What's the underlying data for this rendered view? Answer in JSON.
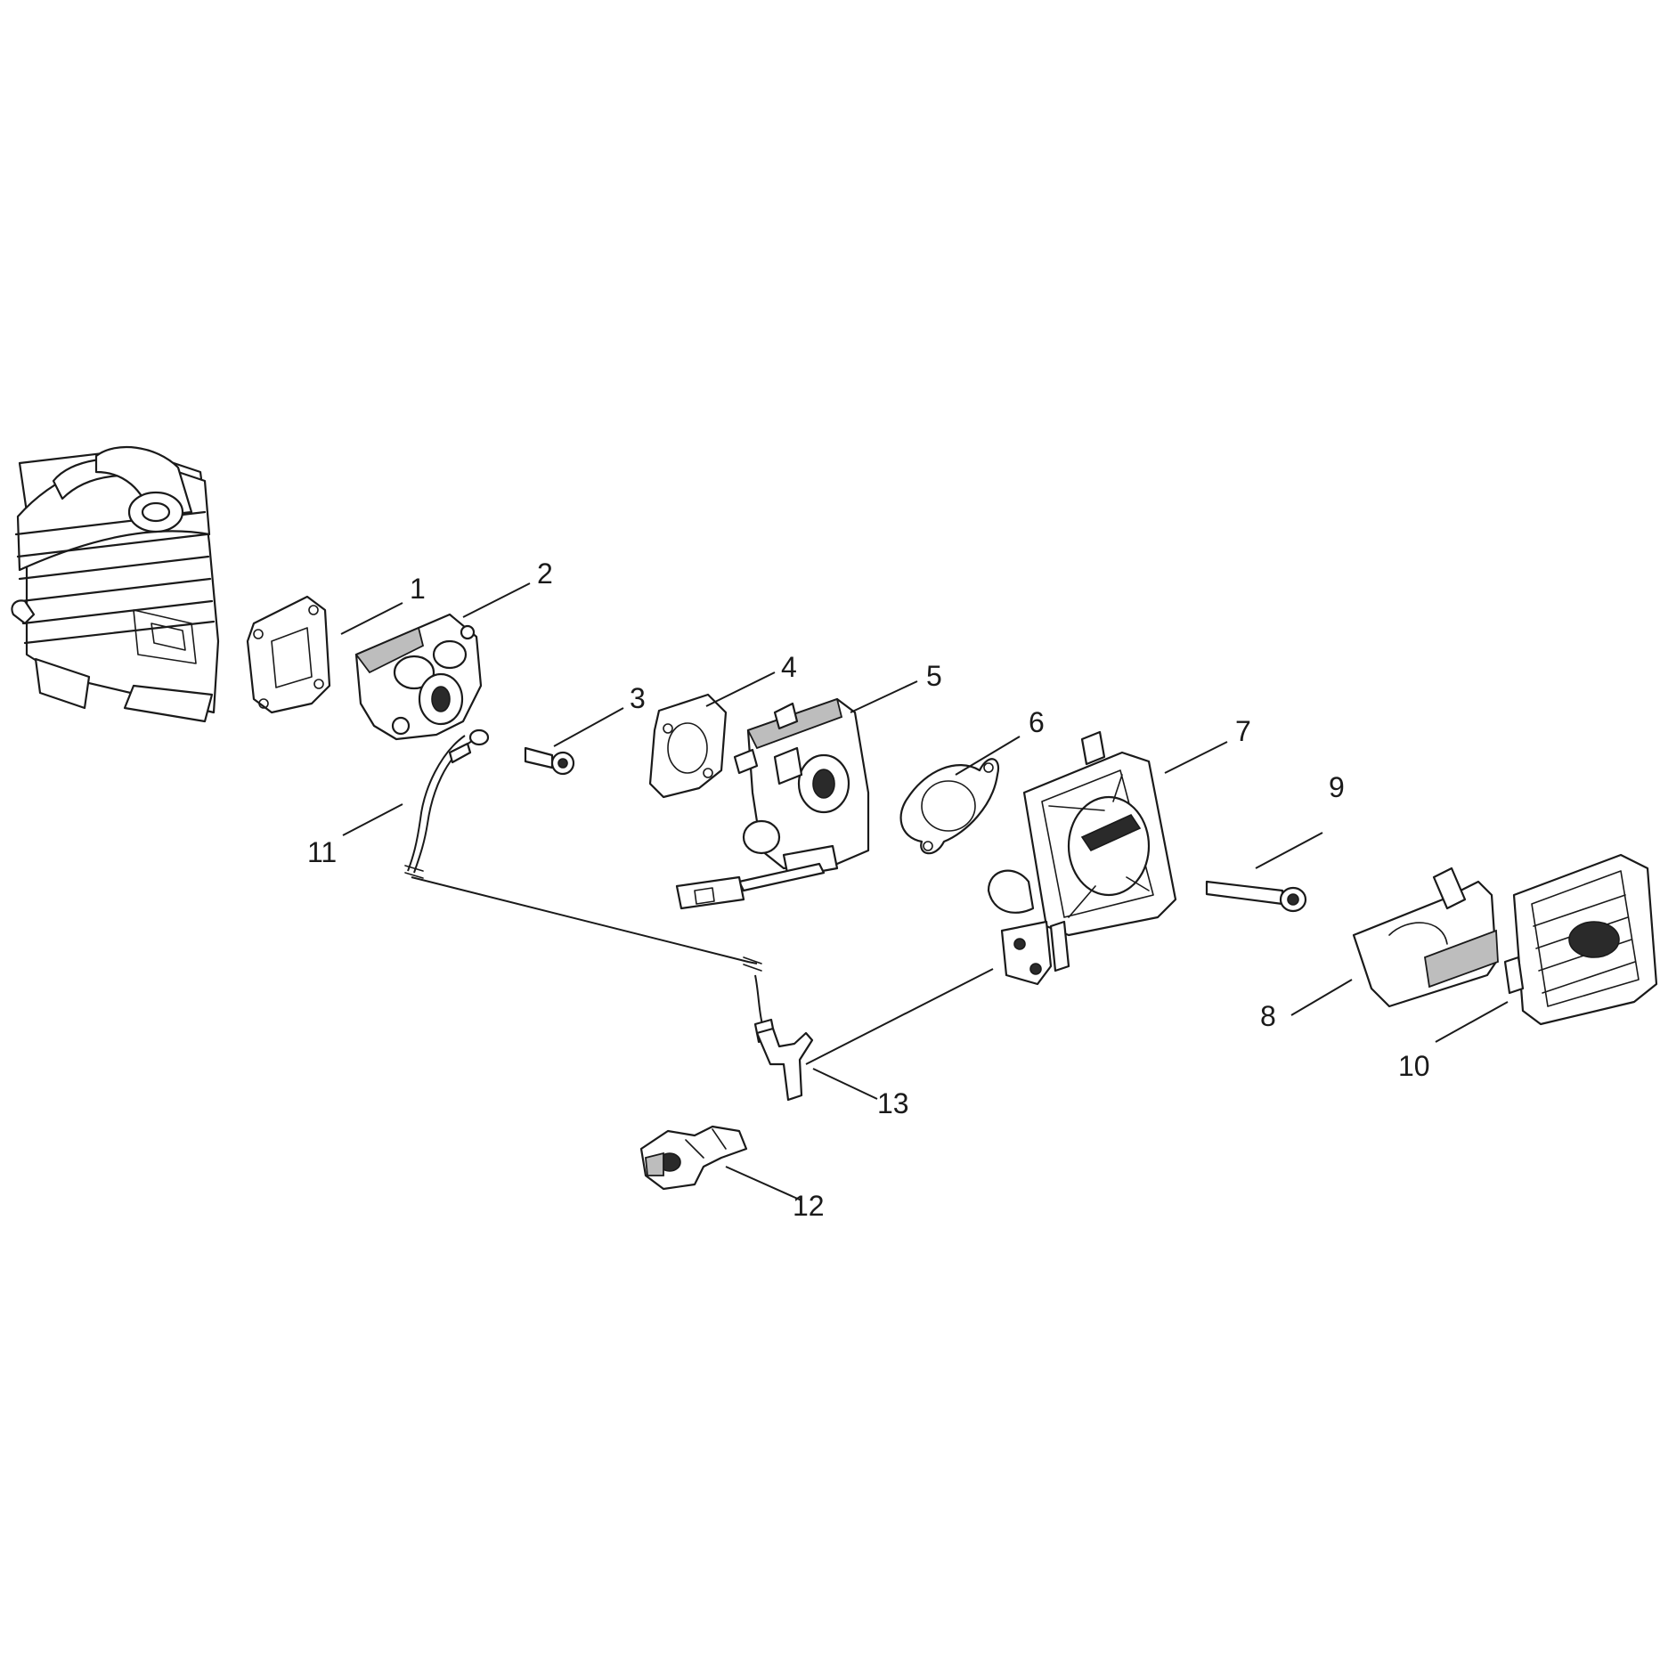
{
  "callouts": [
    {
      "id": "1",
      "label": "1"
    },
    {
      "id": "2",
      "label": "2"
    },
    {
      "id": "3",
      "label": "3"
    },
    {
      "id": "4",
      "label": "4"
    },
    {
      "id": "5",
      "label": "5"
    },
    {
      "id": "6",
      "label": "6"
    },
    {
      "id": "7",
      "label": "7"
    },
    {
      "id": "8",
      "label": "8"
    },
    {
      "id": "9",
      "label": "9"
    },
    {
      "id": "10",
      "label": "10"
    },
    {
      "id": "11",
      "label": "11"
    },
    {
      "id": "12",
      "label": "12"
    },
    {
      "id": "13",
      "label": "13"
    }
  ],
  "colors": {
    "line": "#1a1a1a",
    "background": "#ffffff",
    "shade": "#bdbdbd"
  }
}
